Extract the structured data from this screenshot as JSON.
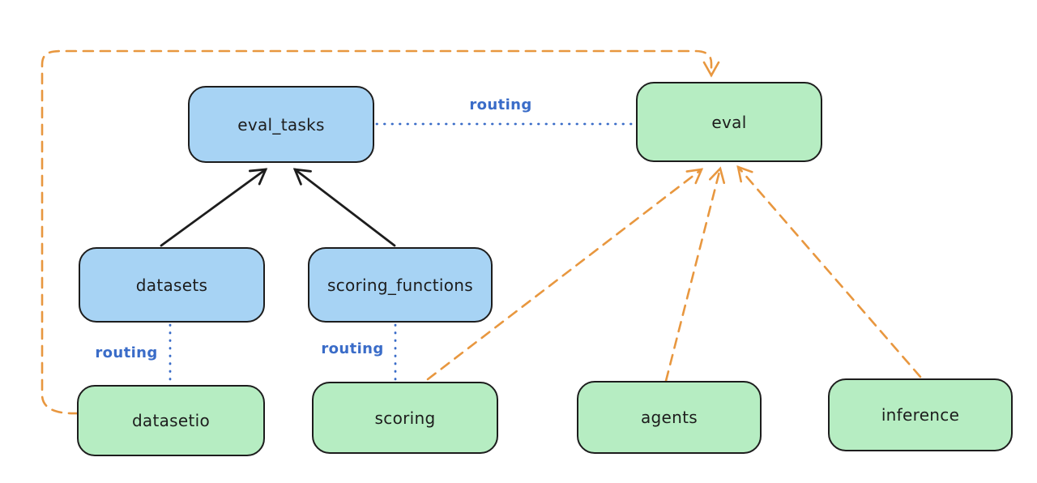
{
  "diagram": {
    "description": "Architecture diagram: registry resources (blue) route to provider APIs (green); eval API consumes datasetio, scoring, agents and inference",
    "colors": {
      "node_blue_fill": "#a7d3f4",
      "node_green_fill": "#b6edc2",
      "node_border": "#1d1d1d",
      "solid_arrow": "#1d1d1d",
      "routing_blue": "#3a6cc8",
      "dashed_orange": "#e8973f",
      "background": "#ffffff"
    },
    "nodes": {
      "eval_tasks": {
        "label": "eval_tasks",
        "color": "blue"
      },
      "eval": {
        "label": "eval",
        "color": "green"
      },
      "datasets": {
        "label": "datasets",
        "color": "blue"
      },
      "scoring_functions": {
        "label": "scoring_functions",
        "color": "blue"
      },
      "datasetio": {
        "label": "datasetio",
        "color": "green"
      },
      "scoring": {
        "label": "scoring",
        "color": "green"
      },
      "agents": {
        "label": "agents",
        "color": "green"
      },
      "inference": {
        "label": "inference",
        "color": "green"
      }
    },
    "edges": [
      {
        "from": "datasets",
        "to": "eval_tasks",
        "style": "solid",
        "color": "#1d1d1d",
        "arrowhead": "end",
        "label": ""
      },
      {
        "from": "scoring_functions",
        "to": "eval_tasks",
        "style": "solid",
        "color": "#1d1d1d",
        "arrowhead": "end",
        "label": ""
      },
      {
        "from": "eval_tasks",
        "to": "eval",
        "style": "dotted",
        "color": "#3a6cc8",
        "arrowhead": "none",
        "label": "routing"
      },
      {
        "from": "datasets",
        "to": "datasetio",
        "style": "dotted",
        "color": "#3a6cc8",
        "arrowhead": "none",
        "label": "routing"
      },
      {
        "from": "scoring_functions",
        "to": "scoring",
        "style": "dotted",
        "color": "#3a6cc8",
        "arrowhead": "none",
        "label": "routing"
      },
      {
        "from": "datasetio",
        "to": "eval",
        "style": "dashed",
        "color": "#e8973f",
        "arrowhead": "end",
        "label": "",
        "route": "around-left-top"
      },
      {
        "from": "scoring",
        "to": "eval",
        "style": "dashed",
        "color": "#e8973f",
        "arrowhead": "end",
        "label": ""
      },
      {
        "from": "agents",
        "to": "eval",
        "style": "dashed",
        "color": "#e8973f",
        "arrowhead": "end",
        "label": ""
      },
      {
        "from": "inference",
        "to": "eval",
        "style": "dashed",
        "color": "#e8973f",
        "arrowhead": "end",
        "label": ""
      }
    ]
  }
}
